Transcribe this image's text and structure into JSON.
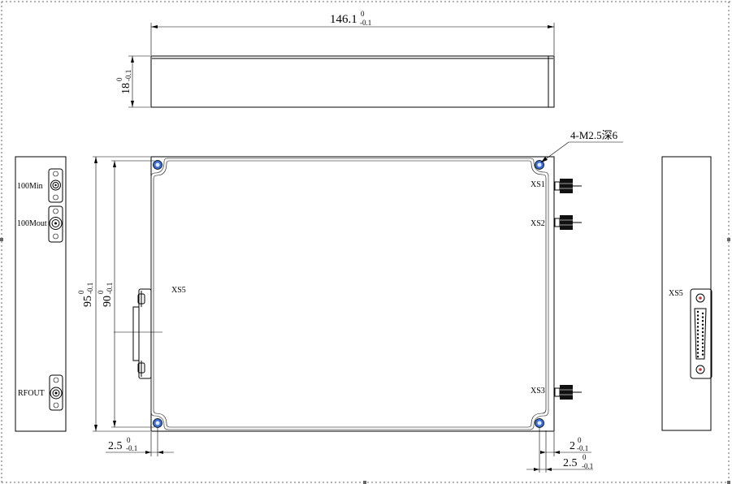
{
  "dimensions": {
    "length": {
      "main": "146.1",
      "upper": "0",
      "lower": "-0.1"
    },
    "height": {
      "main": "18",
      "upper": "0",
      "lower": "-0.1"
    },
    "width_outer": {
      "main": "95",
      "upper": "0",
      "lower": "-0.1"
    },
    "width_inner": {
      "main": "90",
      "upper": "0",
      "lower": "-0.1"
    },
    "offset_left": {
      "main": "2.5",
      "upper": "0",
      "lower": "-0.1"
    },
    "offset_right_a": {
      "main": "2",
      "upper": "0",
      "lower": "-0.1"
    },
    "offset_right_b": {
      "main": "2.5",
      "upper": "0",
      "lower": "-0.1"
    }
  },
  "holes_note": "4-M2.5深6",
  "connectors": {
    "xs1": "XS1",
    "xs2": "XS2",
    "xs3": "XS3",
    "xs5_top": "XS5",
    "xs5_right": "XS5",
    "in_100m": "100Min",
    "out_100m": "100Mout",
    "rf_out": "RFOUT"
  },
  "colors": {
    "line": "#000000",
    "screw": "#3a6fd8",
    "border": "#666666"
  }
}
